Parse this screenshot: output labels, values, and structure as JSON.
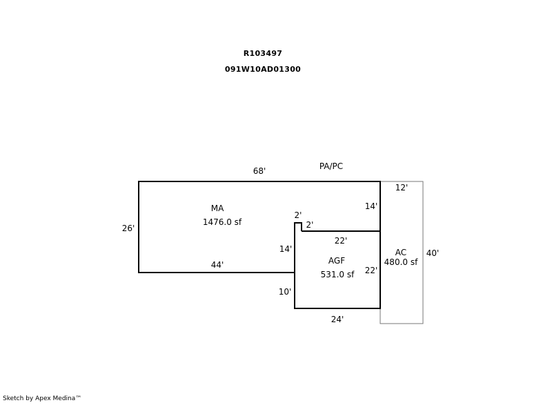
{
  "header": {
    "parcel_id": "R103497",
    "map_number": "091W10AD01300"
  },
  "areas": {
    "ma": {
      "name": "MA",
      "area": "1476.0 sf"
    },
    "agf": {
      "name": "AGF",
      "area": "531.0 sf"
    },
    "ac": {
      "name": "AC",
      "area": "480.0 sf"
    }
  },
  "labels": {
    "pa_pc": "PA/PC"
  },
  "dimensions": {
    "ma_top": "68'",
    "ma_left": "26'",
    "ma_bottom": "44'",
    "ma_right": "14'",
    "notch_top": "2'",
    "notch_side": "2'",
    "agf_left_upper": "14'",
    "agf_left_lower": "10'",
    "agf_top": "22'",
    "agf_right": "22'",
    "agf_bottom": "24'",
    "ac_top": "12'",
    "ac_right": "40'"
  },
  "footer": {
    "credit": "Sketch by Apex Medina™"
  }
}
